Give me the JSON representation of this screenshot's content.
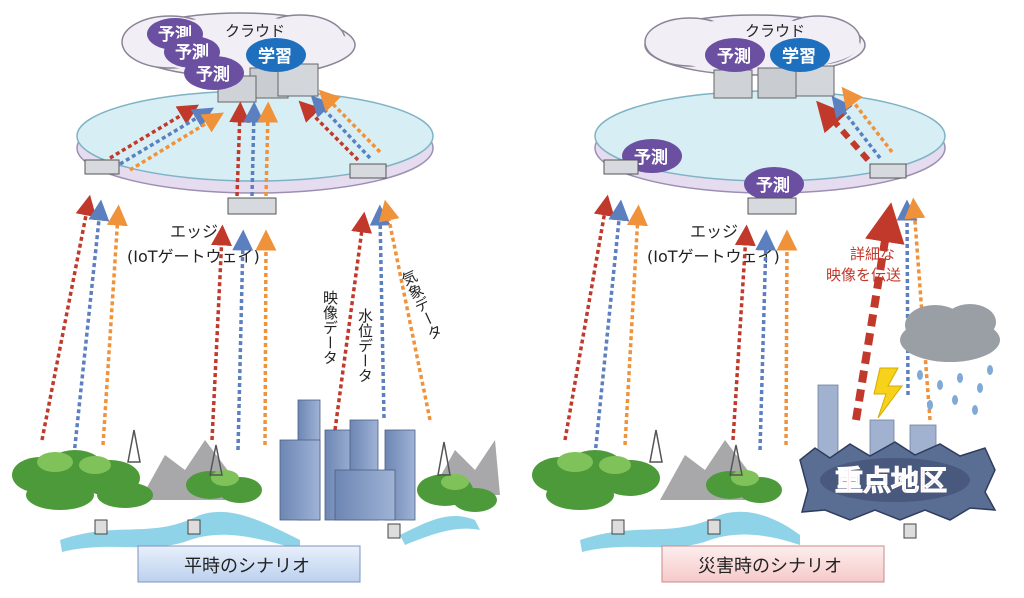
{
  "colors": {
    "red_arrow": "#c0392b",
    "blue_arrow": "#5b7fbf",
    "orange_arrow": "#f0923a",
    "predict_bubble": "#6b4fa0",
    "learn_bubble": "#1f6fbf",
    "disk_top": "#d7eef4",
    "disk_bottom": "#e6dcef",
    "normal_caption_bg": "#dbe7f7",
    "disaster_caption_bg": "#fbe1e1",
    "hot_zone": "#5a6d93"
  },
  "left": {
    "cloud_label": "クラウド",
    "cloud_bubbles": [
      "予測",
      "予測",
      "予測"
    ],
    "learn_bubble": "学習",
    "edge_label_line1": "エッジ",
    "edge_label_line2": "(IoTゲートウェイ)",
    "data_labels": {
      "video": "映像データ",
      "water": "水位データ",
      "weather": "気象データ"
    },
    "caption": "平時のシナリオ"
  },
  "right": {
    "cloud_label": "クラウド",
    "cloud_bubbles": [
      "予測"
    ],
    "learn_bubble": "学習",
    "edge_bubbles": [
      "予測",
      "予測"
    ],
    "edge_label_line1": "エッジ",
    "edge_label_line2": "(IoTゲートウェイ)",
    "detail_line1": "詳細な",
    "detail_line2": "映像を伝送",
    "hot_zone": "重点地区",
    "caption": "災害時のシナリオ"
  }
}
